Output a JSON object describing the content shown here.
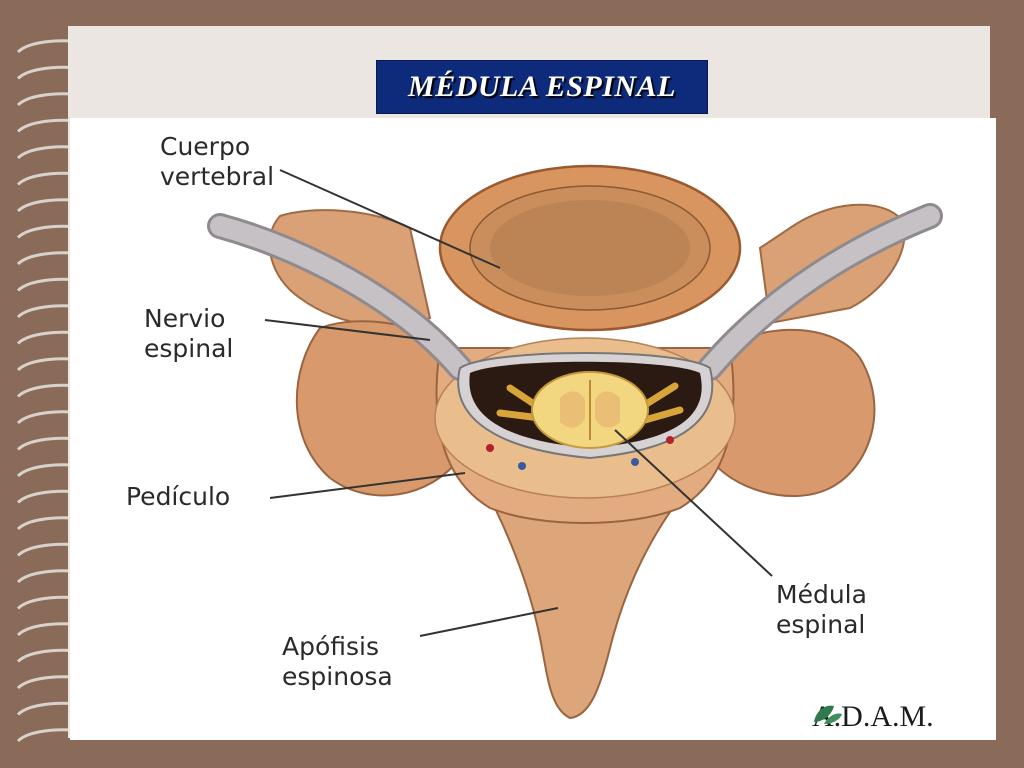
{
  "title": "MÉDULA ESPINAL",
  "labels": {
    "cuerpo_vertebral": [
      "Cuerpo",
      "vertebral"
    ],
    "nervio_espinal": [
      "Nervio",
      "espinal"
    ],
    "pediculo": [
      "Pedículo"
    ],
    "medula_espinal": [
      "Médula",
      "espinal"
    ],
    "apofisis_espinosa": [
      "Apófisis",
      "espinosa"
    ]
  },
  "logo": {
    "text": "A.D.A.M.",
    "icon": "leaf-logo-icon"
  },
  "colors": {
    "background": "#8a6a58",
    "page": "#ece6e2",
    "title_box": "#0e2a7a",
    "bone": "#e0a77c",
    "nerve": "#bcb8bb",
    "cord": "#f0d27a"
  }
}
